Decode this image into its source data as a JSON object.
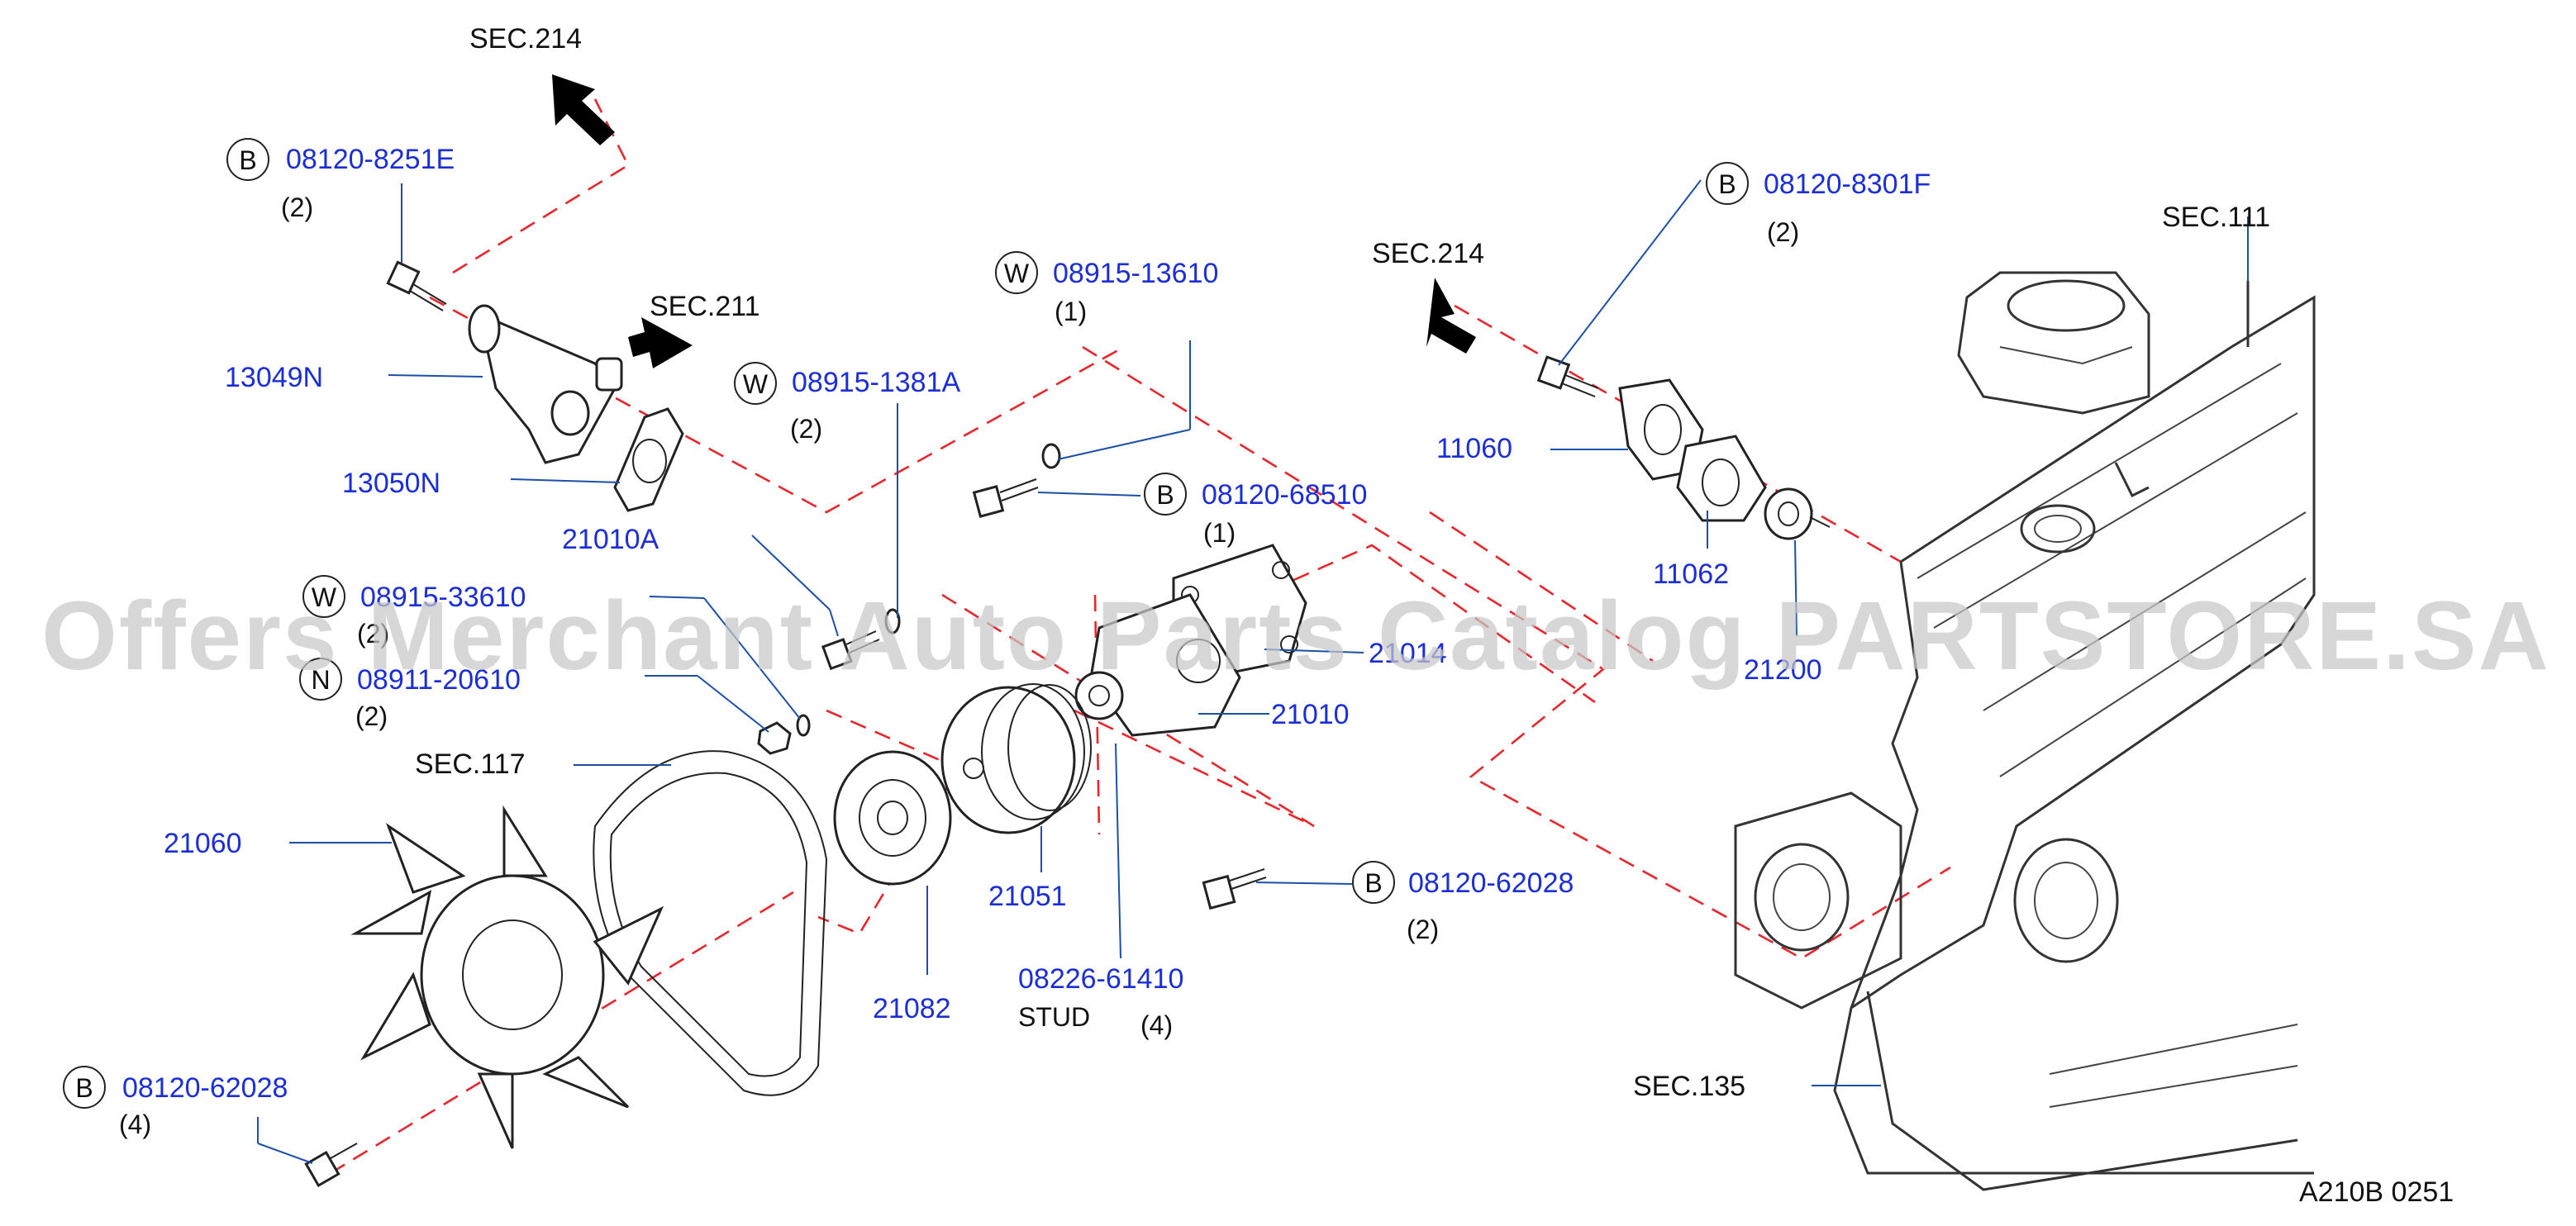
{
  "colors": {
    "part_number": "#1b2ed8",
    "text": "#111111",
    "leader": "#1c4fa8",
    "dashed": "#e8262b",
    "watermark": "#c8c8c8"
  },
  "watermark": "Offers Merchant Auto Parts Catalog PARTSTORE.SA",
  "diagram_code": "A210B 0251",
  "section_refs": {
    "sec214_top": "SEC.214",
    "sec211": "SEC.211",
    "sec214_right": "SEC.214",
    "sec111": "SEC.111",
    "sec117": "SEC.117",
    "sec135": "SEC.135"
  },
  "parts": {
    "p13049N": "13049N",
    "p13050N": "13050N",
    "p21010A": "21010A",
    "p21010": "21010",
    "p21014": "21014",
    "p21051": "21051",
    "p21060": "21060",
    "p21082": "21082",
    "p11060": "11060",
    "p11062": "11062",
    "p21200": "21200",
    "stud_label": "STUD"
  },
  "callouts": {
    "b_8251E": {
      "badge": "B",
      "number": "08120-8251E",
      "qty": "(2)"
    },
    "w_1381A": {
      "badge": "W",
      "number": "08915-1381A",
      "qty": "(2)"
    },
    "w_13610": {
      "badge": "W",
      "number": "08915-13610",
      "qty": "(1)"
    },
    "b_68510": {
      "badge": "B",
      "number": "08120-68510",
      "qty": "(1)"
    },
    "w_33610": {
      "badge": "W",
      "number": "08915-33610",
      "qty": "(2)"
    },
    "n_20610": {
      "badge": "N",
      "number": "08911-20610",
      "qty": "(2)"
    },
    "b_8301F": {
      "badge": "B",
      "number": "08120-8301F",
      "qty": "(2)"
    },
    "b_62028a": {
      "badge": "B",
      "number": "08120-62028",
      "qty": "(2)"
    },
    "b_62028b": {
      "badge": "B",
      "number": "08120-62028",
      "qty": "(4)"
    },
    "stud": {
      "number": "08226-61410",
      "qty": "(4)"
    }
  }
}
